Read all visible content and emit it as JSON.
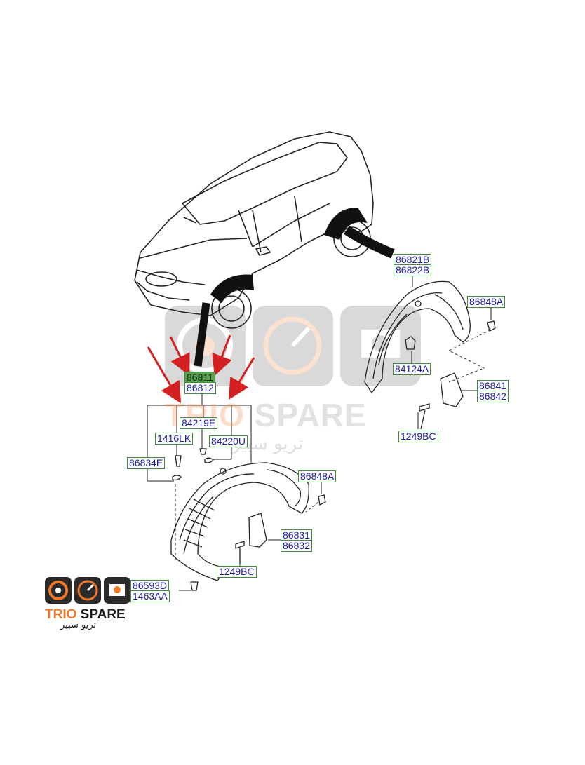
{
  "labels": [
    {
      "id": "86821B",
      "text": "86821B"
    },
    {
      "id": "86822B",
      "text": "86822B"
    },
    {
      "id": "86848A_top",
      "text": "86848A"
    },
    {
      "id": "84124A",
      "text": "84124A"
    },
    {
      "id": "86841",
      "text": "86841"
    },
    {
      "id": "86842",
      "text": "86842"
    },
    {
      "id": "1249BC_top",
      "text": "1249BC"
    },
    {
      "id": "86811",
      "text": "86811"
    },
    {
      "id": "86812",
      "text": "86812"
    },
    {
      "id": "84219E",
      "text": "84219E"
    },
    {
      "id": "1416LK",
      "text": "1416LK"
    },
    {
      "id": "84220U",
      "text": "84220U"
    },
    {
      "id": "86834E",
      "text": "86834E"
    },
    {
      "id": "86848A_bottom",
      "text": "86848A"
    },
    {
      "id": "86831",
      "text": "86831"
    },
    {
      "id": "86832",
      "text": "86832"
    },
    {
      "id": "1249BC_bottom",
      "text": "1249BC"
    },
    {
      "id": "86593D",
      "text": "86593D"
    },
    {
      "id": "1463AA",
      "text": "1463AA"
    }
  ],
  "highlighted_part": "86811",
  "watermark": {
    "brand_accent": "TRIO",
    "brand_rest": " SPARE",
    "arabic": "تريو سبير"
  },
  "logo": {
    "brand_accent": "TRIO",
    "brand_rest": " SPARE",
    "arabic": "تريو سبير"
  },
  "colors": {
    "label_text": "#1a1aa0",
    "label_border": "#3c8a3c",
    "highlight_fill": "#5aa050",
    "arrow_red": "#d42020",
    "brand_orange": "#f07a2a",
    "line_art": "#222222"
  },
  "icons": [
    "speaker-icon",
    "gauge-icon",
    "engine-icon"
  ]
}
